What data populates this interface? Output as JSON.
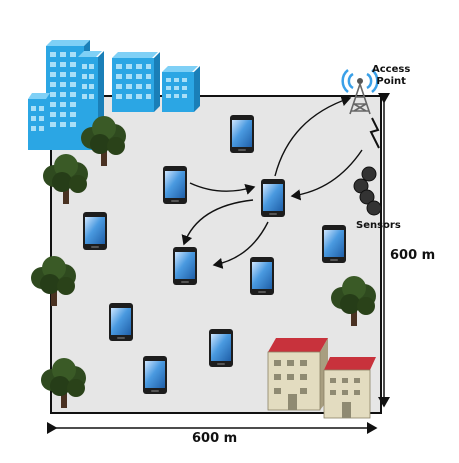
{
  "labels": {
    "access_point": "Access\nPoint",
    "sensors": "Sensors",
    "width_dim": "600 m",
    "height_dim": "600 m"
  },
  "icons": {
    "access_point": "wifi-tower-icon",
    "phone": "smartphone-icon",
    "sensor": "sensor-node-icon",
    "tree": "tree-icon",
    "office": "office-building-icon",
    "house": "residential-building-icon"
  },
  "colors": {
    "field": "#e6e6e6",
    "phone_body": "#1d1d1d",
    "phone_screen": "#3f8fd8",
    "office_blue": "#2ba6e4",
    "roof_red": "#c8323c",
    "wall_beige": "#e3dcc0",
    "tree_green": "#2f4a1f",
    "wifi": "#3aa0e8"
  }
}
